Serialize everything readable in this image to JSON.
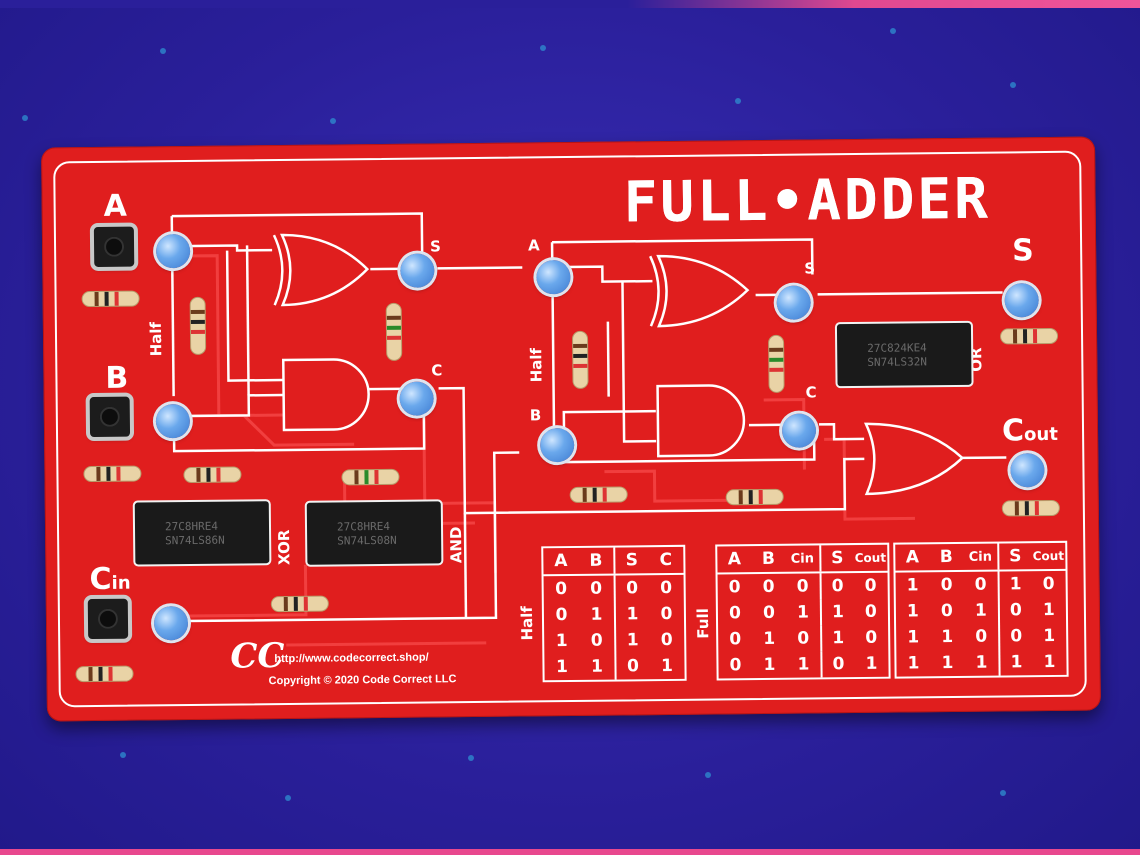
{
  "board": {
    "title": "FULL•ADDER",
    "inputs": {
      "a": "A",
      "b": "B",
      "cin_main": "C",
      "cin_sub": "in"
    },
    "outputs": {
      "s": "S",
      "cout_main": "C",
      "cout_sub": "out"
    },
    "half1": {
      "s": "S",
      "c": "C",
      "label": "Half"
    },
    "half2": {
      "a": "A",
      "b": "B",
      "s": "S",
      "c": "C",
      "label": "Half"
    },
    "chip_labels": {
      "xor": "XOR",
      "and": "AND",
      "or": "OR"
    },
    "chips": [
      {
        "line1": "27C824KE4",
        "line2": "SN74LS32N"
      },
      {
        "line1": "27C8HRE4",
        "line2": "SN74LS86N"
      },
      {
        "line1": "27C8HRE4",
        "line2": "SN74LS08N"
      }
    ],
    "url": "http://www.codecorrect.shop/",
    "copyright": "Copyright © 2020 Code Correct LLC",
    "logo": "CC"
  },
  "truth_tables": {
    "half": {
      "label": "Half",
      "headers": [
        "A",
        "B",
        "S",
        "C"
      ],
      "rows": [
        [
          "0",
          "0",
          "0",
          "0"
        ],
        [
          "0",
          "1",
          "1",
          "0"
        ],
        [
          "1",
          "0",
          "1",
          "0"
        ],
        [
          "1",
          "1",
          "0",
          "1"
        ]
      ]
    },
    "full": {
      "label": "Full",
      "headers1": [
        "A",
        "B",
        "Cin",
        "S",
        "Cout"
      ],
      "rows1": [
        [
          "0",
          "0",
          "0",
          "0",
          "0"
        ],
        [
          "0",
          "0",
          "1",
          "1",
          "0"
        ],
        [
          "0",
          "1",
          "0",
          "1",
          "0"
        ],
        [
          "0",
          "1",
          "1",
          "0",
          "1"
        ]
      ],
      "headers2": [
        "A",
        "B",
        "Cin",
        "S",
        "Cout"
      ],
      "rows2": [
        [
          "1",
          "0",
          "0",
          "1",
          "0"
        ],
        [
          "1",
          "0",
          "1",
          "0",
          "1"
        ],
        [
          "1",
          "1",
          "0",
          "0",
          "1"
        ],
        [
          "1",
          "1",
          "1",
          "1",
          "1"
        ]
      ]
    }
  },
  "colors": {
    "board": "#e01e1e",
    "mat": "#2a1f9a",
    "silkscreen": "#ffffff",
    "led": "#4a8ee0"
  }
}
